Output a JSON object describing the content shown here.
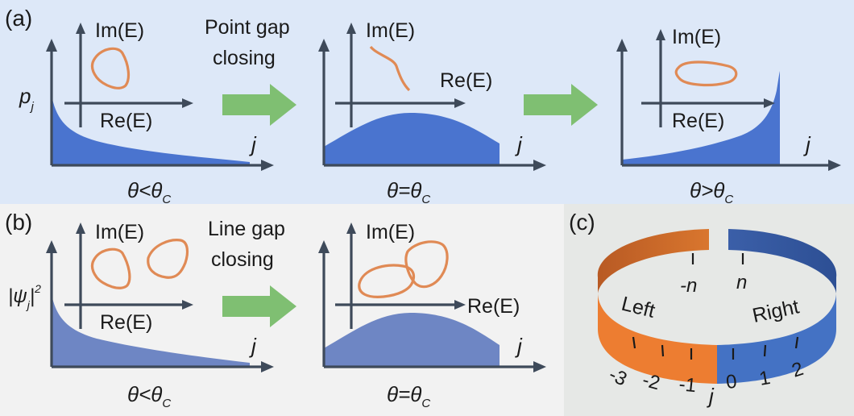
{
  "colors": {
    "panel_a_bg": "#dde8f8",
    "panel_b_bg": "#f2f2f2",
    "panel_c_bg": "#e6e8e6",
    "axis": "#3e4a5a",
    "fill_blue": "#4a74cf",
    "loop_orange": "#e08a55",
    "arrow_green": "#7fbf72",
    "ring_orange": "#ed7d31",
    "ring_blue": "#4472c4"
  },
  "panel_a": {
    "tag": "(a)",
    "y_label": "p",
    "y_label_sub": "j",
    "transition": [
      "Point gap",
      "closing"
    ],
    "plots": [
      {
        "im_label": "Im(E)",
        "re_label": "Re(E)",
        "x_label": "j",
        "condition": "θ<θ",
        "condition_sub": "C"
      },
      {
        "im_label": "Im(E)",
        "re_label": "Re(E)",
        "x_label": "j",
        "condition": "θ=θ",
        "condition_sub": "C"
      },
      {
        "im_label": "Im(E)",
        "re_label": "Re(E)",
        "x_label": "j",
        "condition": "θ>θ",
        "condition_sub": "C"
      }
    ]
  },
  "panel_b": {
    "tag": "(b)",
    "y_label": "|ψ",
    "y_label_sub": "j",
    "y_label_end": "|",
    "y_label_sup": "2",
    "transition": [
      "Line gap",
      "closing"
    ],
    "plots": [
      {
        "im_label": "Im(E)",
        "re_label": "Re(E)",
        "x_label": "j",
        "condition": "θ<θ",
        "condition_sub": "C"
      },
      {
        "im_label": "Im(E)",
        "re_label": "Re(E)",
        "x_label": "j",
        "condition": "θ=θ",
        "condition_sub": "C"
      }
    ]
  },
  "panel_c": {
    "tag": "(c)",
    "left_label": "Left",
    "right_label": "Right",
    "inner_left": "-n",
    "inner_right": "n",
    "ticks_left": [
      "-3",
      "-2",
      "-1"
    ],
    "ticks_right": [
      "0",
      "1",
      "2"
    ],
    "index_label": "j"
  }
}
